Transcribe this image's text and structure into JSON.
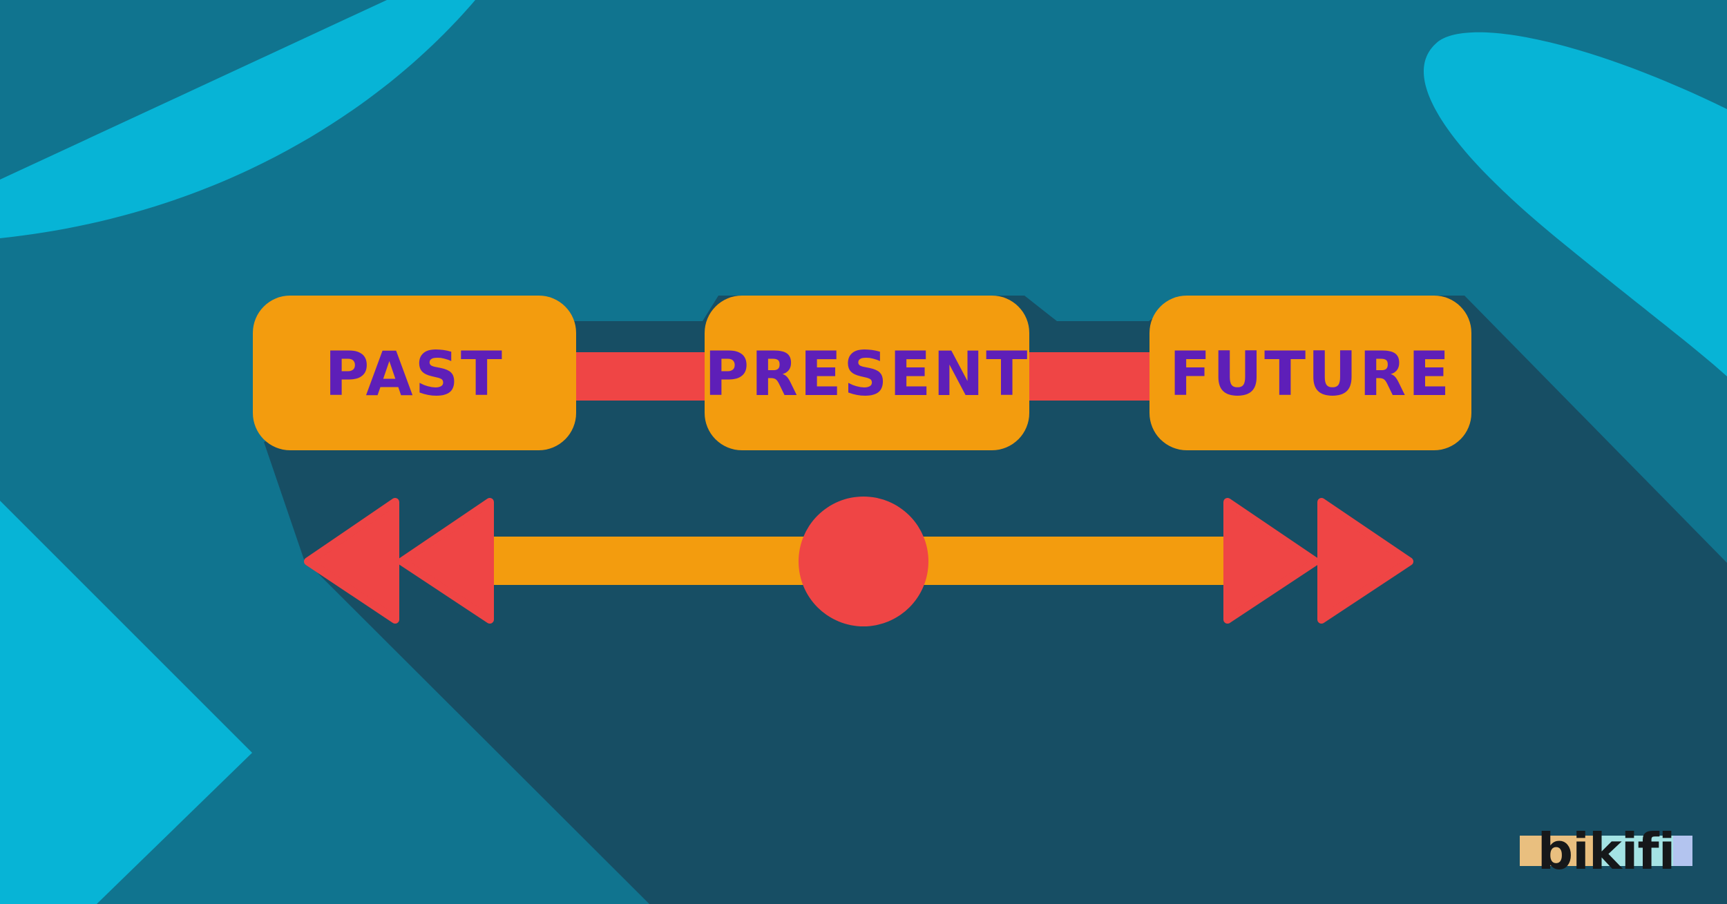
{
  "terms": [
    {
      "label": "PAST"
    },
    {
      "label": "PRESENT"
    },
    {
      "label": "FUTURE"
    }
  ],
  "brand": {
    "name": "bikifi",
    "stripe_colors": [
      "#e9bf7f",
      "#a4e3e4",
      "#b3c4ef"
    ]
  },
  "colors": {
    "background": "#10748f",
    "accent_light": "#07b4d6",
    "shadow": "#174e64",
    "box": "#f39c0e",
    "label_text": "#5e1fb8",
    "connector": "#ef4545",
    "axis": "#f39c0e",
    "markers": "#ef4545"
  }
}
